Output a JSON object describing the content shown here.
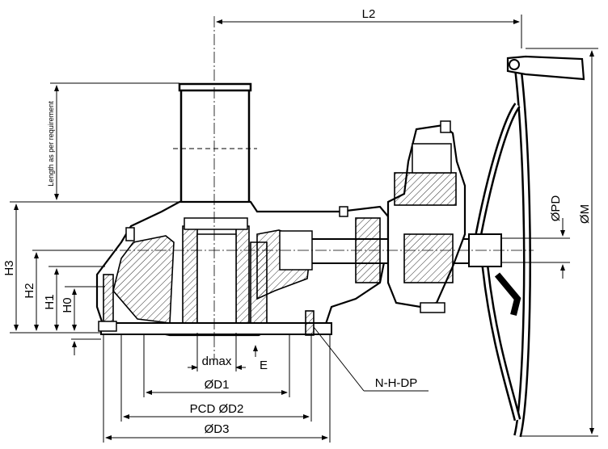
{
  "labels": {
    "l2": "L2",
    "length_note": "Length as per requirement",
    "h3": "H3",
    "h2": "H2",
    "h1": "H1",
    "h0": "H0",
    "dmax": "dmax",
    "e": "E",
    "d1": "ØD1",
    "d2": "PCD ØD2",
    "d3": "ØD3",
    "nhdp": "N-H-DP",
    "pd": "ØPD",
    "m": "ØM"
  }
}
